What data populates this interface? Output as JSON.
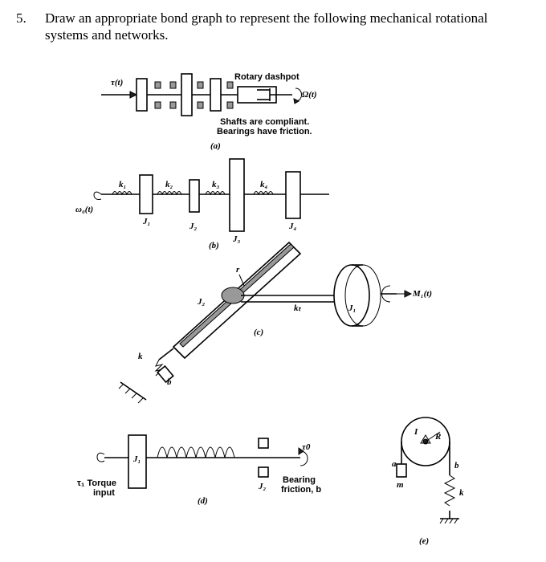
{
  "question": {
    "number": "5.",
    "text": "Draw an appropriate bond graph to represent the following mechanical rotational systems and networks."
  },
  "figure_a": {
    "caption": "(a)",
    "torque_label": "τ(t)",
    "dashpot_label": "Rotary dashpot",
    "speed_label": "Ω(t)",
    "note_line1": "Shafts are compliant.",
    "note_line2": "Bearings have friction."
  },
  "figure_b": {
    "caption": "(b)",
    "input_label": "ω₀(t)",
    "k1": "k₁",
    "k2": "k₂",
    "k3": "k₃",
    "k4": "k₄",
    "j1": "J₁",
    "j2": "J₂",
    "j3": "J₃",
    "j4": "J₄"
  },
  "figure_c": {
    "caption": "(c)",
    "r_label": "r",
    "j2_label": "J₂",
    "kt_label": "kₜ",
    "j1_label": "J₁",
    "moment_label": "M₁(t)",
    "k_label": "k",
    "b_label": "b"
  },
  "figure_d": {
    "caption": "(d)",
    "j1_label": "J₁",
    "tau0_label": "τ0",
    "torque_line1": "τ₁ Torque",
    "torque_line2": "input",
    "j2_label": "J₂",
    "bearing_line1": "Bearing",
    "bearing_line2": "friction, b"
  },
  "figure_e": {
    "caption": "(e)",
    "i_label": "I",
    "r_label": "R",
    "a_label": "a",
    "b_label": "b",
    "m_label": "m",
    "k_label": "k"
  }
}
